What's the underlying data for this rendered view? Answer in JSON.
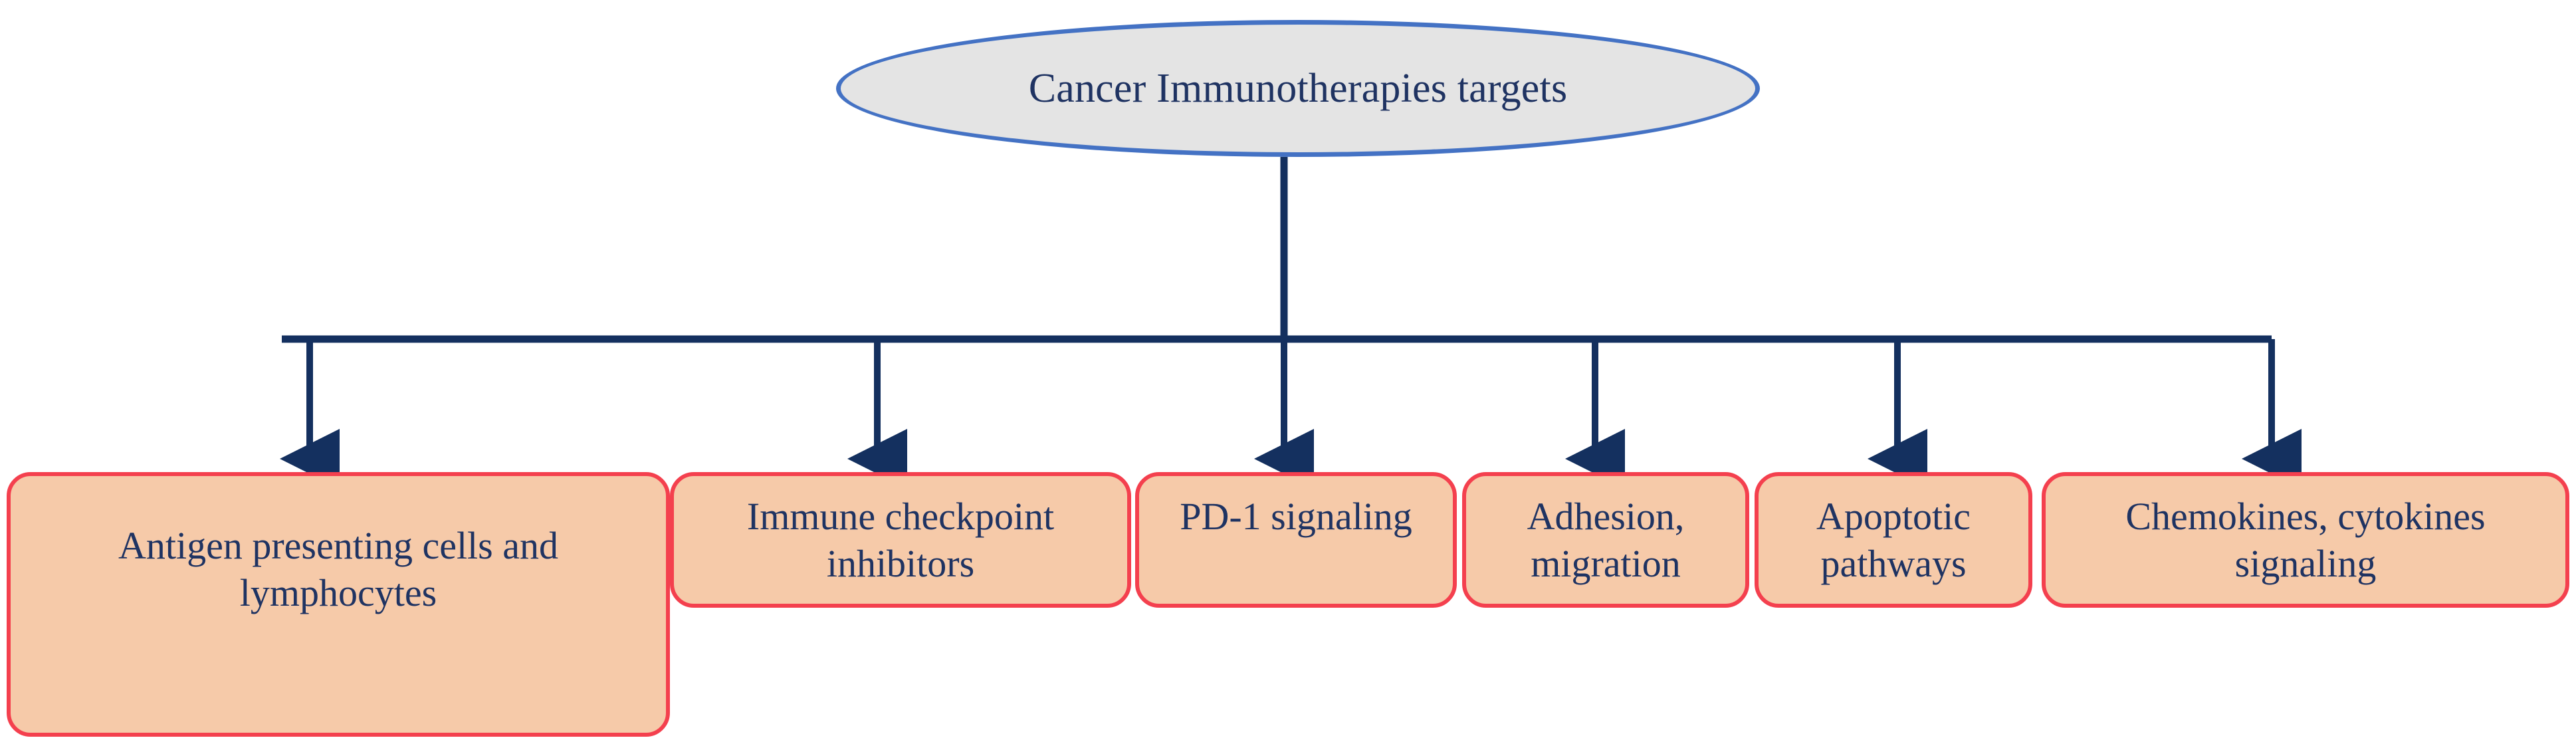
{
  "diagram": {
    "title": "Cancer Immunotherapies targets",
    "type": "hierarchy-tree",
    "colors": {
      "root_fill": "#E4E4E4",
      "root_border": "#4472C4",
      "leaf_fill": "#F6CAA9",
      "leaf_border": "#F4404E",
      "text": "#1F3362",
      "connector": "#14305F",
      "background": "#FFFFFF"
    },
    "root": {
      "label": "Cancer Immunotherapies targets",
      "shape": "ellipse"
    },
    "branches": [
      {
        "label": "Antigen presenting cells and lymphocytes",
        "shape": "rounded-rectangle"
      },
      {
        "label": "Immune checkpoint inhibitors",
        "shape": "rounded-rectangle"
      },
      {
        "label": "PD-1 signaling",
        "shape": "rounded-rectangle"
      },
      {
        "label": "Adhesion, migration",
        "shape": "rounded-rectangle"
      },
      {
        "label": "Apoptotic pathways",
        "shape": "rounded-rectangle"
      },
      {
        "label": "Chemokines, cytokines signaling",
        "shape": "rounded-rectangle"
      }
    ]
  }
}
